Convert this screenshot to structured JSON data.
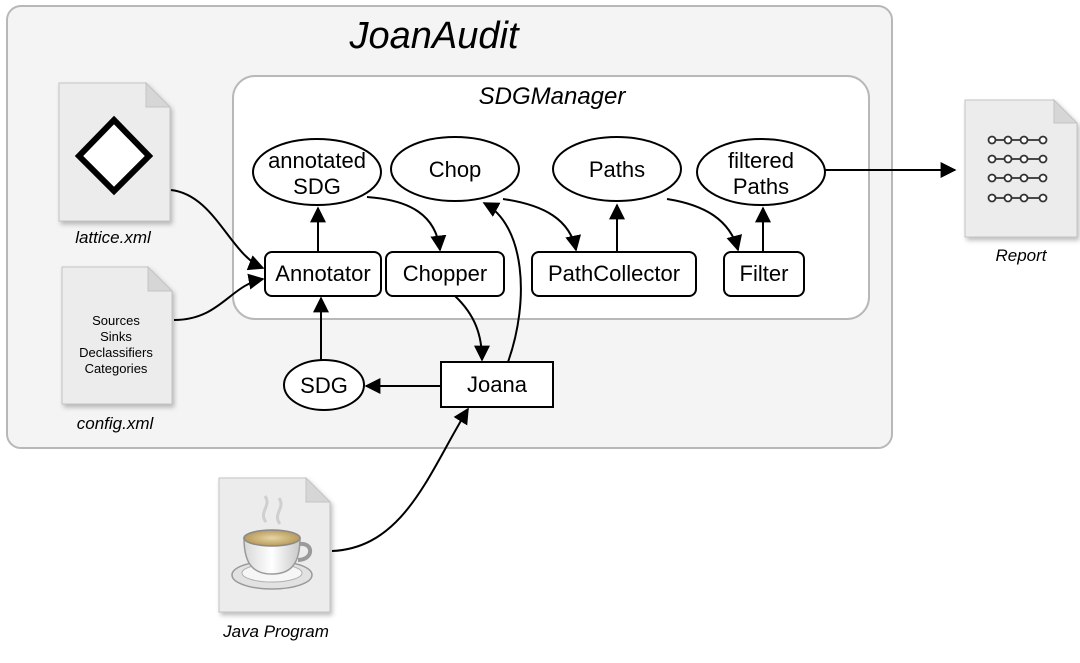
{
  "title": "JoanAudit",
  "manager": {
    "title": "SDGManager"
  },
  "nodes": {
    "annotated_sdg": [
      "annotated",
      "SDG"
    ],
    "chop": "Chop",
    "paths": "Paths",
    "filtered_paths": [
      "filtered",
      "Paths"
    ],
    "annotator": "Annotator",
    "chopper": "Chopper",
    "path_collector": "PathCollector",
    "filter": "Filter",
    "sdg": "SDG",
    "joana": "Joana"
  },
  "files": {
    "lattice": "lattice.xml",
    "config": "config.xml",
    "config_contents": [
      "Sources",
      "Sinks",
      "Declassifiers",
      "Categories"
    ],
    "java": "Java Program",
    "report": "Report"
  },
  "colors": {
    "outer_fill": "#f4f4f4",
    "outer_stroke": "#b8b8b8",
    "inner_fill": "#ffffff",
    "doc_fill": "#ececec",
    "doc_fold": "#d6d6d6",
    "stroke": "#000000"
  },
  "icons": {
    "lattice": "diamond-icon",
    "java": "coffee-cup-icon",
    "report": "report-list-icon"
  }
}
